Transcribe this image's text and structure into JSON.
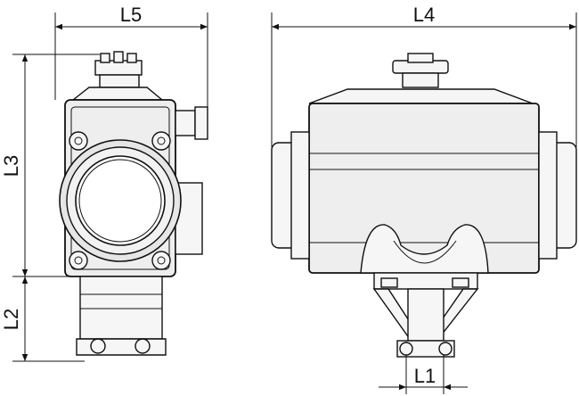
{
  "dimensions": {
    "l1": "L1",
    "l2": "L2",
    "l3": "L3",
    "l4": "L4",
    "l5": "L5"
  },
  "colors": {
    "line": "#111111",
    "body_fill": "#eeeeee",
    "background": "#ffffff"
  }
}
